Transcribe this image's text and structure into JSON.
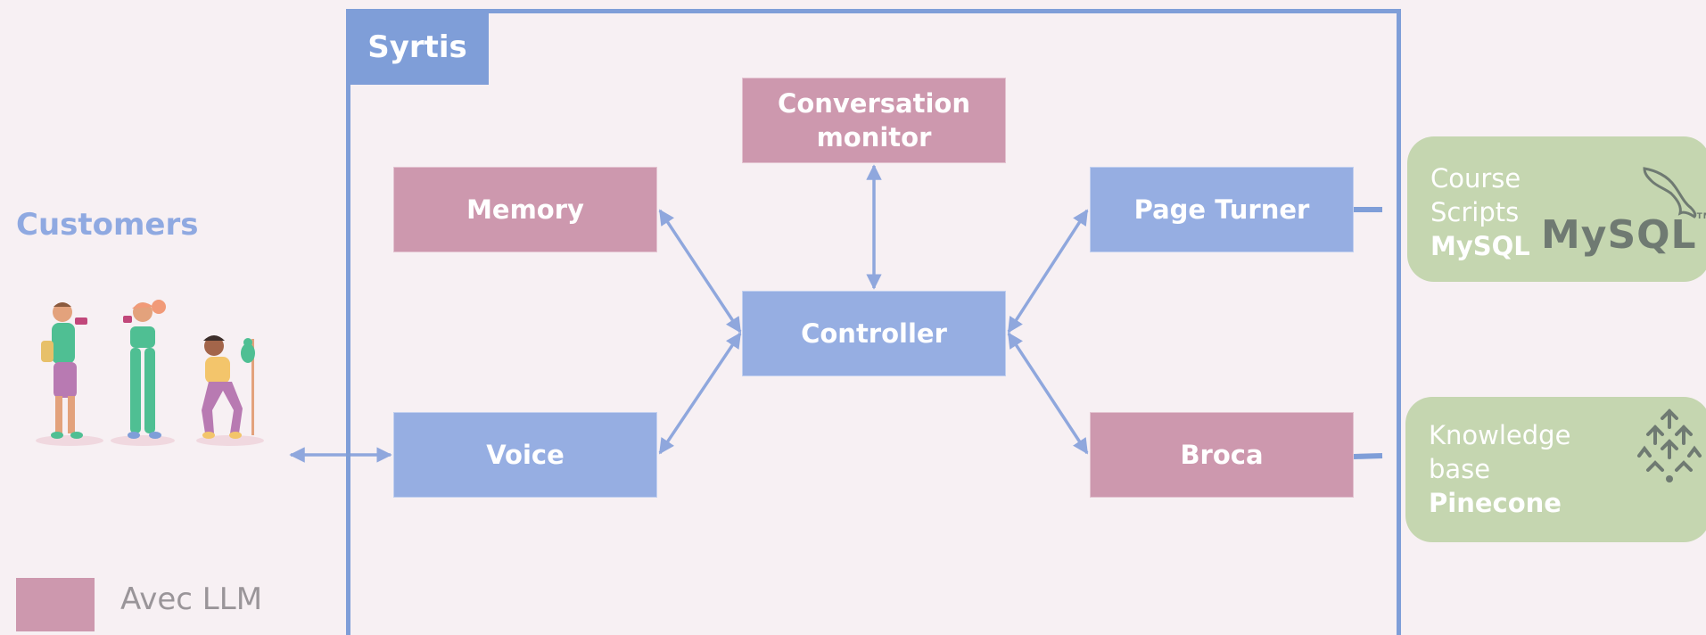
{
  "system": {
    "title": "Syrtis"
  },
  "actors": {
    "customers_label": "Customers"
  },
  "components": {
    "conversation_monitor": {
      "line1": "Conversation",
      "line2": "monitor"
    },
    "memory": "Memory",
    "controller": "Controller",
    "voice": "Voice",
    "page_turner": "Page Turner",
    "broca": "Broca"
  },
  "stores": {
    "course": {
      "line1": "Course",
      "line2": "Scripts",
      "name": "MySQL",
      "logo_text": "MySQL",
      "logo_tm": "TM",
      "icon": "mysql-dolphin-icon"
    },
    "knowledge": {
      "line1": "Knowledge",
      "line2": "base",
      "name": "Pinecone",
      "icon": "pinecone-icon"
    }
  },
  "legend": {
    "label": "Avec LLM",
    "color": "#cd98ae"
  },
  "colors": {
    "llm_component": "#cd98ae",
    "component": "#96aee2",
    "frame": "#7f9ed8",
    "store": "#c5d6b0",
    "arrow": "#8fa7dd"
  }
}
